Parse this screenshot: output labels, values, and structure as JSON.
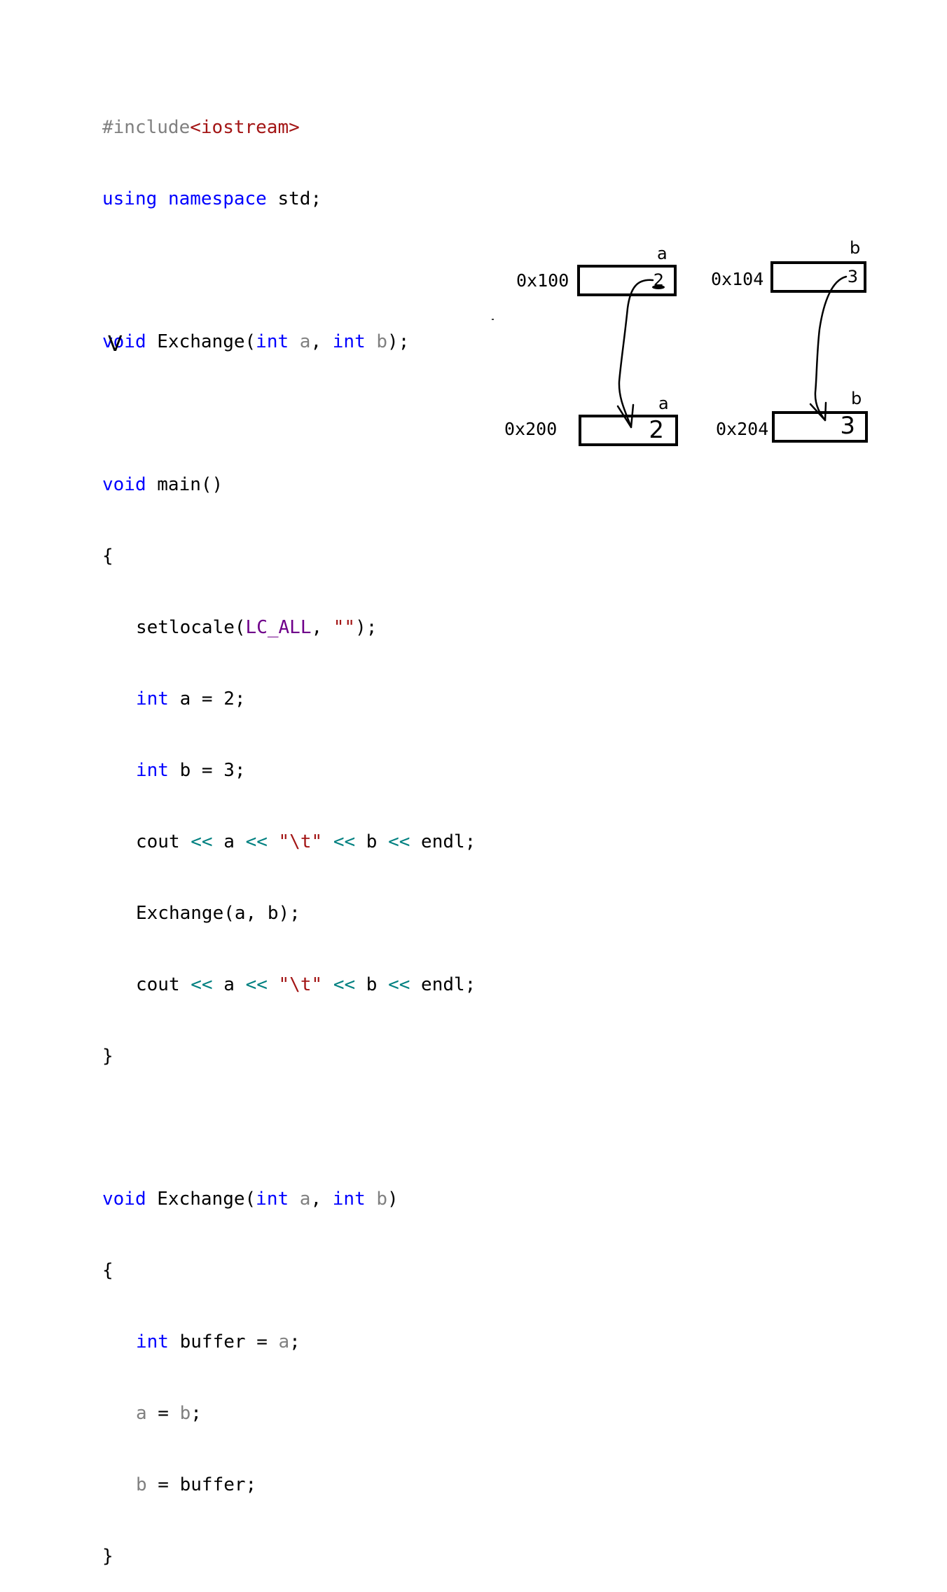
{
  "code": {
    "include_directive": "#include",
    "include_header": "<iostream>",
    "using_kw": "using",
    "namespace_kw": "namespace",
    "using_rest": " std;",
    "proto": {
      "ret_kw": "void",
      "name_open": " Exchange(",
      "int1": "int",
      "p1": " a",
      "comma": ", ",
      "int2": "int",
      "p2": " b",
      "close": ");"
    },
    "main_sig": {
      "ret_kw": "void",
      "rest": " main()"
    },
    "open_brace": "{",
    "close_brace": "}",
    "setlocale": {
      "fn": "setlocale(",
      "macro": "LC_ALL",
      "comma": ", ",
      "str": "\"\"",
      "close": ");"
    },
    "decl_a": {
      "kw": "int",
      "rest": " a = 2;"
    },
    "decl_b": {
      "kw": "int",
      "rest": " b = 3;"
    },
    "cout": {
      "cout": "cout ",
      "op": "<<",
      "a": " a ",
      "tab": "\"\\t\"",
      "b": " b ",
      "endl": " endl;"
    },
    "call": "Exchange(a, b);",
    "def_sig": {
      "ret_kw": "void",
      "name_open": " Exchange(",
      "int1": "int",
      "p1": " a",
      "comma": ", ",
      "int2": "int",
      "p2": " b",
      "close": ")"
    },
    "buffer_decl": {
      "kw": "int",
      "name": " buffer = ",
      "param": "a",
      "end": ";"
    },
    "assign_a": {
      "lhs": "a",
      "mid": " = ",
      "rhs": "b",
      "end": ";"
    },
    "assign_b": {
      "lhs": "b",
      "rest": " = buffer;"
    }
  },
  "annotation": {
    "check_mark": "V"
  },
  "memory": {
    "main_a": {
      "addr": "0x100",
      "name": "a",
      "value": "2"
    },
    "main_b": {
      "addr": "0x104",
      "name": "b",
      "value": "3"
    },
    "func_a": {
      "addr": "0x200",
      "name": "a",
      "value": "2"
    },
    "func_b": {
      "addr": "0x204",
      "name": "b",
      "value": "3"
    }
  }
}
